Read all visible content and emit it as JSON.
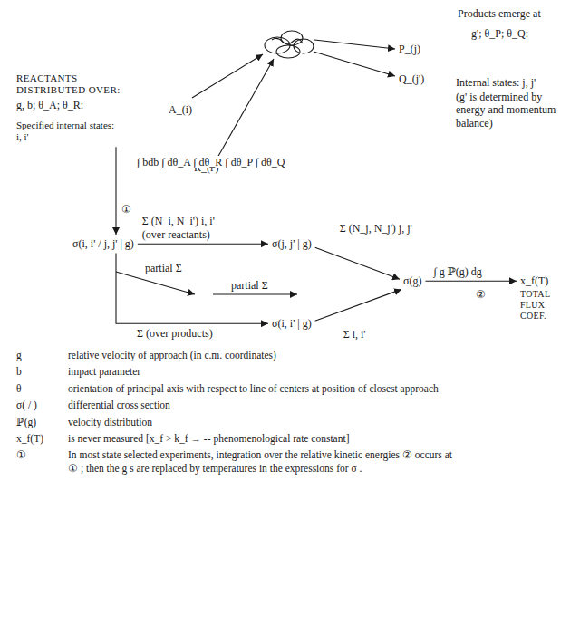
{
  "diagram": {
    "nodes": [
      {
        "text": [
          "REACTANTS DISTRIBUTED OVER:",
          "g, b; θ_A; θ_R:",
          "Specified internal states: i, i'"
        ]
      },
      {
        "text": [
          "σ(i, i' / j, j' | g)"
        ]
      },
      {
        "text": [
          "σ(j, j' | g)"
        ]
      },
      {
        "text": [
          "σ(g)"
        ]
      },
      {
        "text": [
          "x_f(T)",
          "TOTAL FLUX COEF."
        ]
      },
      {
        "text": [
          "σ(i, i' | g)"
        ]
      }
    ],
    "edges": [
      {
        "from": 0,
        "to": 1,
        "arrow": "to",
        "label": "∫ bdb ∫ dθ_A ∫ dθ_R ∫ dθ_P ∫ dθ_Q"
      },
      {
        "from": 1,
        "to": 2,
        "arrow": "to",
        "label": "Σ (N_i, N_i') i, i' (over reactants)"
      },
      {
        "from": 1,
        "to": 5,
        "arrow": "to",
        "label": "Σ (over products)"
      },
      {
        "from": 2,
        "to": 3,
        "arrow": "to",
        "label": "Σ (N_j, N_j') j, j'"
      },
      {
        "from": 5,
        "to": 3,
        "arrow": "to",
        "label": "Σ i, i'"
      },
      {
        "from": 3,
        "to": 4,
        "arrow": "to",
        "label": "∫ g ℙ(g) dg"
      }
    ],
    "labels": [
      "A_(i)",
      "R_(i')",
      "P_(j)",
      "Q_(j')",
      "Products emerge at",
      "g'; θ_P; θ_Q:",
      "Internal states: j, j'",
      "(g' is determined by energy and momentum balance)",
      "①",
      "partial Σ",
      "partial Σ",
      "②",
      "g",
      "relative velocity of approach (in c.m. coordinates)",
      "b",
      "impact parameter",
      "θ",
      "orientation of principal axis with respect to line of centers at position of closest approach",
      "σ( / )",
      "differential cross section",
      "ℙ(g)",
      "velocity distribution",
      "x_f(T)",
      "is never measured [x_f > k_f → -- phenomenological rate constant]",
      "①",
      "In most state selected experiments, integration over the relative kinetic energies ② occurs at ① ; then the g s are replaced by temperatures in the expressions for σ ."
    ]
  }
}
